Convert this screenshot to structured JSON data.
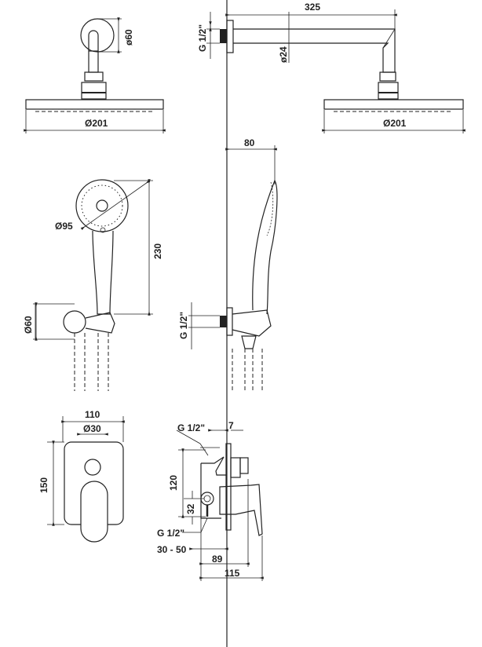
{
  "labels": {
    "arm_length": "325",
    "flange_dia_top": "ø60",
    "thread_top": "G 1/2\"",
    "arm_dia": "ø24",
    "head_dia_left": "Ø201",
    "head_dia_right": "Ø201",
    "hand_depth": "80",
    "hand_head_dia": "Ø95",
    "hand_length": "230",
    "holder_dia": "Ø60",
    "thread_holder": "G 1/2\"",
    "plate_width": "110",
    "knob_dia": "Ø30",
    "plate_height": "150",
    "thread_valve_top": "G 1/2\"",
    "plate_thickness": "7",
    "valve_height": "120",
    "outlet_offset": "32",
    "thread_valve_bottom": "G 1/2\"",
    "install_depth": "30 - 50",
    "body_depth": "89",
    "total_depth": "115"
  }
}
